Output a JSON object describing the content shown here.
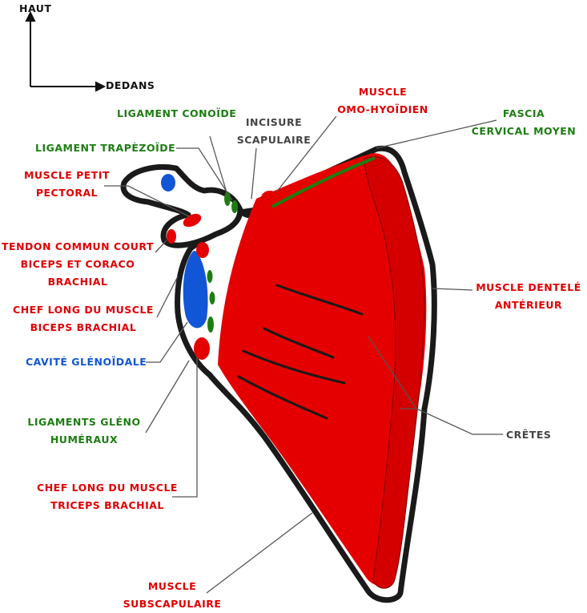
{
  "orientation": {
    "up_label": "HAUT",
    "right_label": "DEDANS"
  },
  "labels": {
    "ligament_conoide": "LIGAMENT CONOÏDE",
    "incisure_scapulaire": [
      "INCISURE",
      "SCAPULAIRE"
    ],
    "muscle_omo_hyoidien": [
      "MUSCLE",
      "OMO-HYOÏDIEN"
    ],
    "fascia_cervical_moyen": [
      "FASCIA",
      "CERVICAL MOYEN"
    ],
    "ligament_trapezoide": "LIGAMENT TRAPÈZOÏDE",
    "muscle_petit_pectoral": [
      "MUSCLE PETIT",
      "PECTORAL"
    ],
    "tendon_commun": [
      "TENDON COMMUN COURT",
      "BICEPS ET CORACO",
      "BRACHIAL"
    ],
    "chef_long_biceps": [
      "CHEF LONG DU MUSCLE",
      "BICEPS BRACHIAL"
    ],
    "cavite_glenoidale": "CAVITÉ GLÉNOÏDALE",
    "ligaments_gleno_humeraux": [
      "LIGAMENTS GLÉNO",
      "HUMÉRAUX"
    ],
    "chef_long_triceps": [
      "CHEF LONG DU MUSCLE",
      "TRICEPS BRACHIAL"
    ],
    "muscle_subscapulaire": [
      "MUSCLE",
      "SUBSCAPULAIRE"
    ],
    "muscle_dentele_anterieur": [
      "MUSCLE DENTELÉ",
      "ANTÉRIEUR"
    ],
    "cretes": "CRÊTES"
  },
  "colors": {
    "muscle": "#e50000",
    "ligament": "#1d7d12",
    "cartilage": "#1156d6",
    "bone_outline": "#1a1a1a",
    "leader_line": "#555555"
  }
}
